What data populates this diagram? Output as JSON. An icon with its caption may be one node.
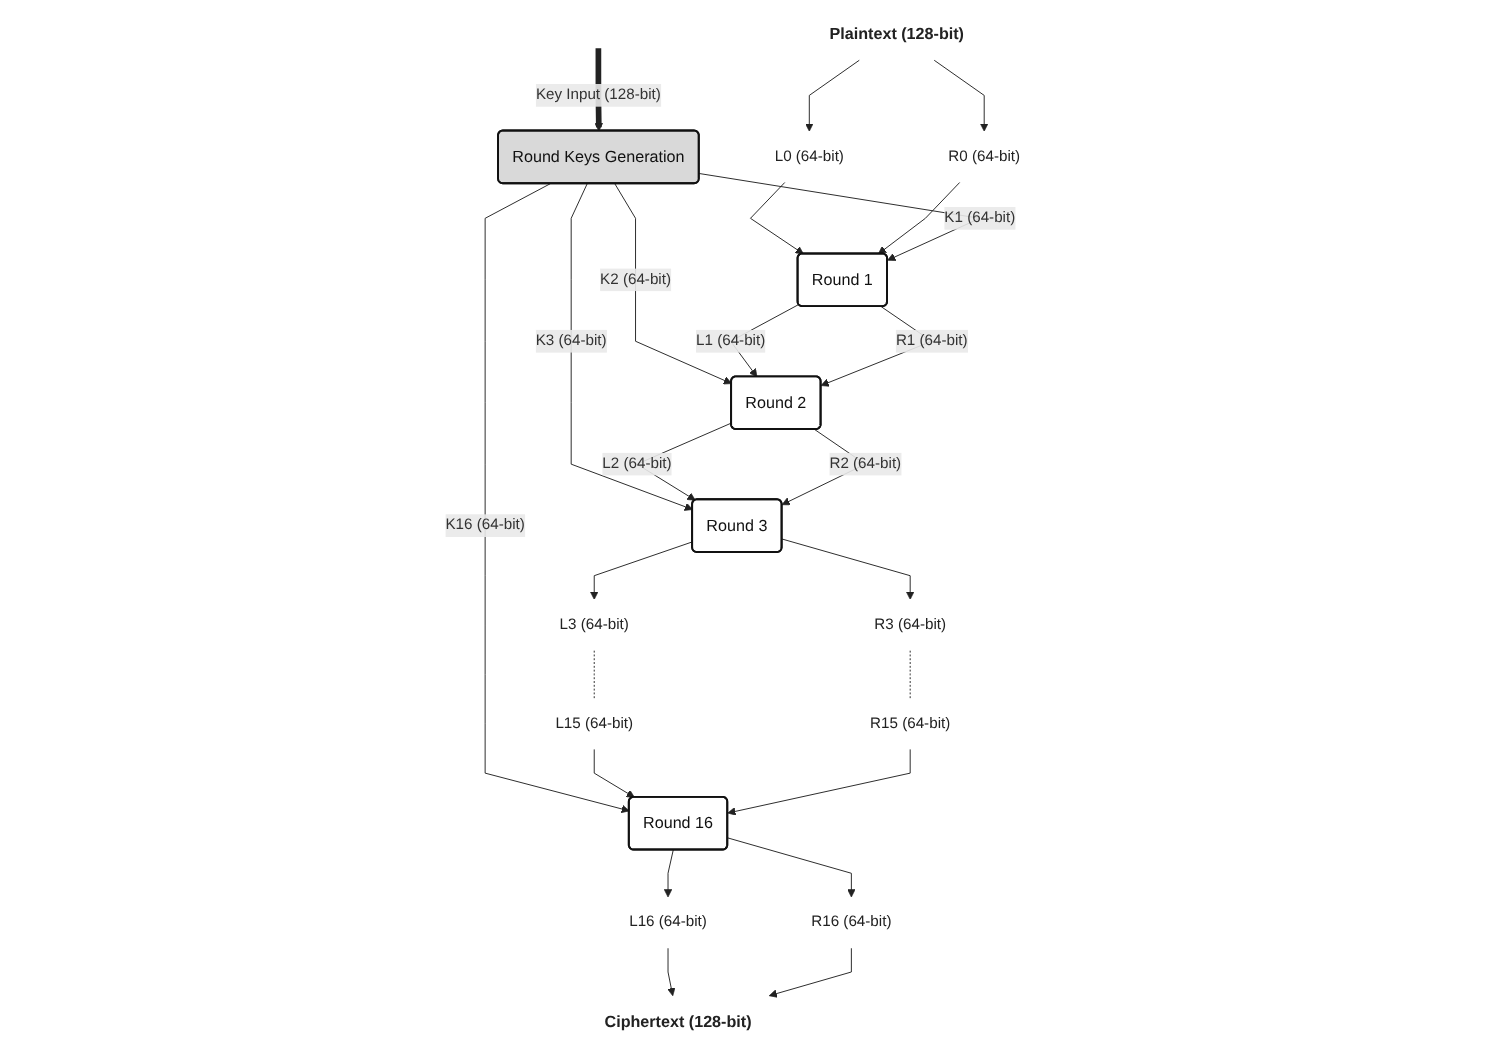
{
  "diagram": {
    "nodes": [
      {
        "text": [
          "Plaintext (128-bit)"
        ]
      },
      {
        "text": [
          "L0 (64-bit)"
        ]
      },
      {
        "text": [
          "R0 (64-bit)"
        ]
      },
      {
        "text": [
          "Round Keys Generation"
        ]
      },
      {
        "text": [
          "Round 1"
        ]
      },
      {
        "text": [
          "Round 2"
        ]
      },
      {
        "text": [
          "Round 3"
        ]
      },
      {
        "text": [
          "L3 (64-bit)"
        ]
      },
      {
        "text": [
          "R3 (64-bit)"
        ]
      },
      {
        "text": [
          "L15 (64-bit)"
        ]
      },
      {
        "text": [
          "R15 (64-bit)"
        ]
      },
      {
        "text": [
          "Round 16"
        ]
      },
      {
        "text": [
          "L16 (64-bit)"
        ]
      },
      {
        "text": [
          "R16 (64-bit)"
        ]
      },
      {
        "text": [
          "Ciphertext (128-bit)"
        ]
      }
    ],
    "edges": [
      {
        "from": 0,
        "to": 1,
        "arrow": "to"
      },
      {
        "from": 0,
        "to": 2,
        "arrow": "to"
      },
      {
        "from": 1,
        "to": 4,
        "arrow": "to"
      },
      {
        "from": 2,
        "to": 4,
        "arrow": "to"
      },
      {
        "from": null,
        "to": 3,
        "arrow": "to",
        "label": "Key Input (128-bit)",
        "style": "thick"
      },
      {
        "from": 3,
        "to": 4,
        "arrow": "to",
        "label": "K1 (64-bit)"
      },
      {
        "from": 3,
        "to": 5,
        "arrow": "to",
        "label": "K2 (64-bit)"
      },
      {
        "from": 3,
        "to": 6,
        "arrow": "to",
        "label": "K3 (64-bit)"
      },
      {
        "from": 3,
        "to": 11,
        "arrow": "to",
        "label": "K16 (64-bit)"
      },
      {
        "from": 4,
        "to": 5,
        "arrow": "to",
        "label": "L1 (64-bit)"
      },
      {
        "from": 4,
        "to": 5,
        "arrow": "to",
        "label": "R1 (64-bit)"
      },
      {
        "from": 5,
        "to": 6,
        "arrow": "to",
        "label": "L2 (64-bit)"
      },
      {
        "from": 5,
        "to": 6,
        "arrow": "to",
        "label": "R2 (64-bit)"
      },
      {
        "from": 6,
        "to": 7,
        "arrow": "to"
      },
      {
        "from": 6,
        "to": 8,
        "arrow": "to"
      },
      {
        "from": 7,
        "to": 9,
        "arrow": "none",
        "style": "dashed"
      },
      {
        "from": 8,
        "to": 10,
        "arrow": "none",
        "style": "dashed"
      },
      {
        "from": 9,
        "to": 11,
        "arrow": "to"
      },
      {
        "from": 10,
        "to": 11,
        "arrow": "to"
      },
      {
        "from": 11,
        "to": 12,
        "arrow": "to"
      },
      {
        "from": 11,
        "to": 13,
        "arrow": "to"
      },
      {
        "from": 12,
        "to": 14,
        "arrow": "to"
      },
      {
        "from": 13,
        "to": 14,
        "arrow": "to"
      }
    ]
  }
}
